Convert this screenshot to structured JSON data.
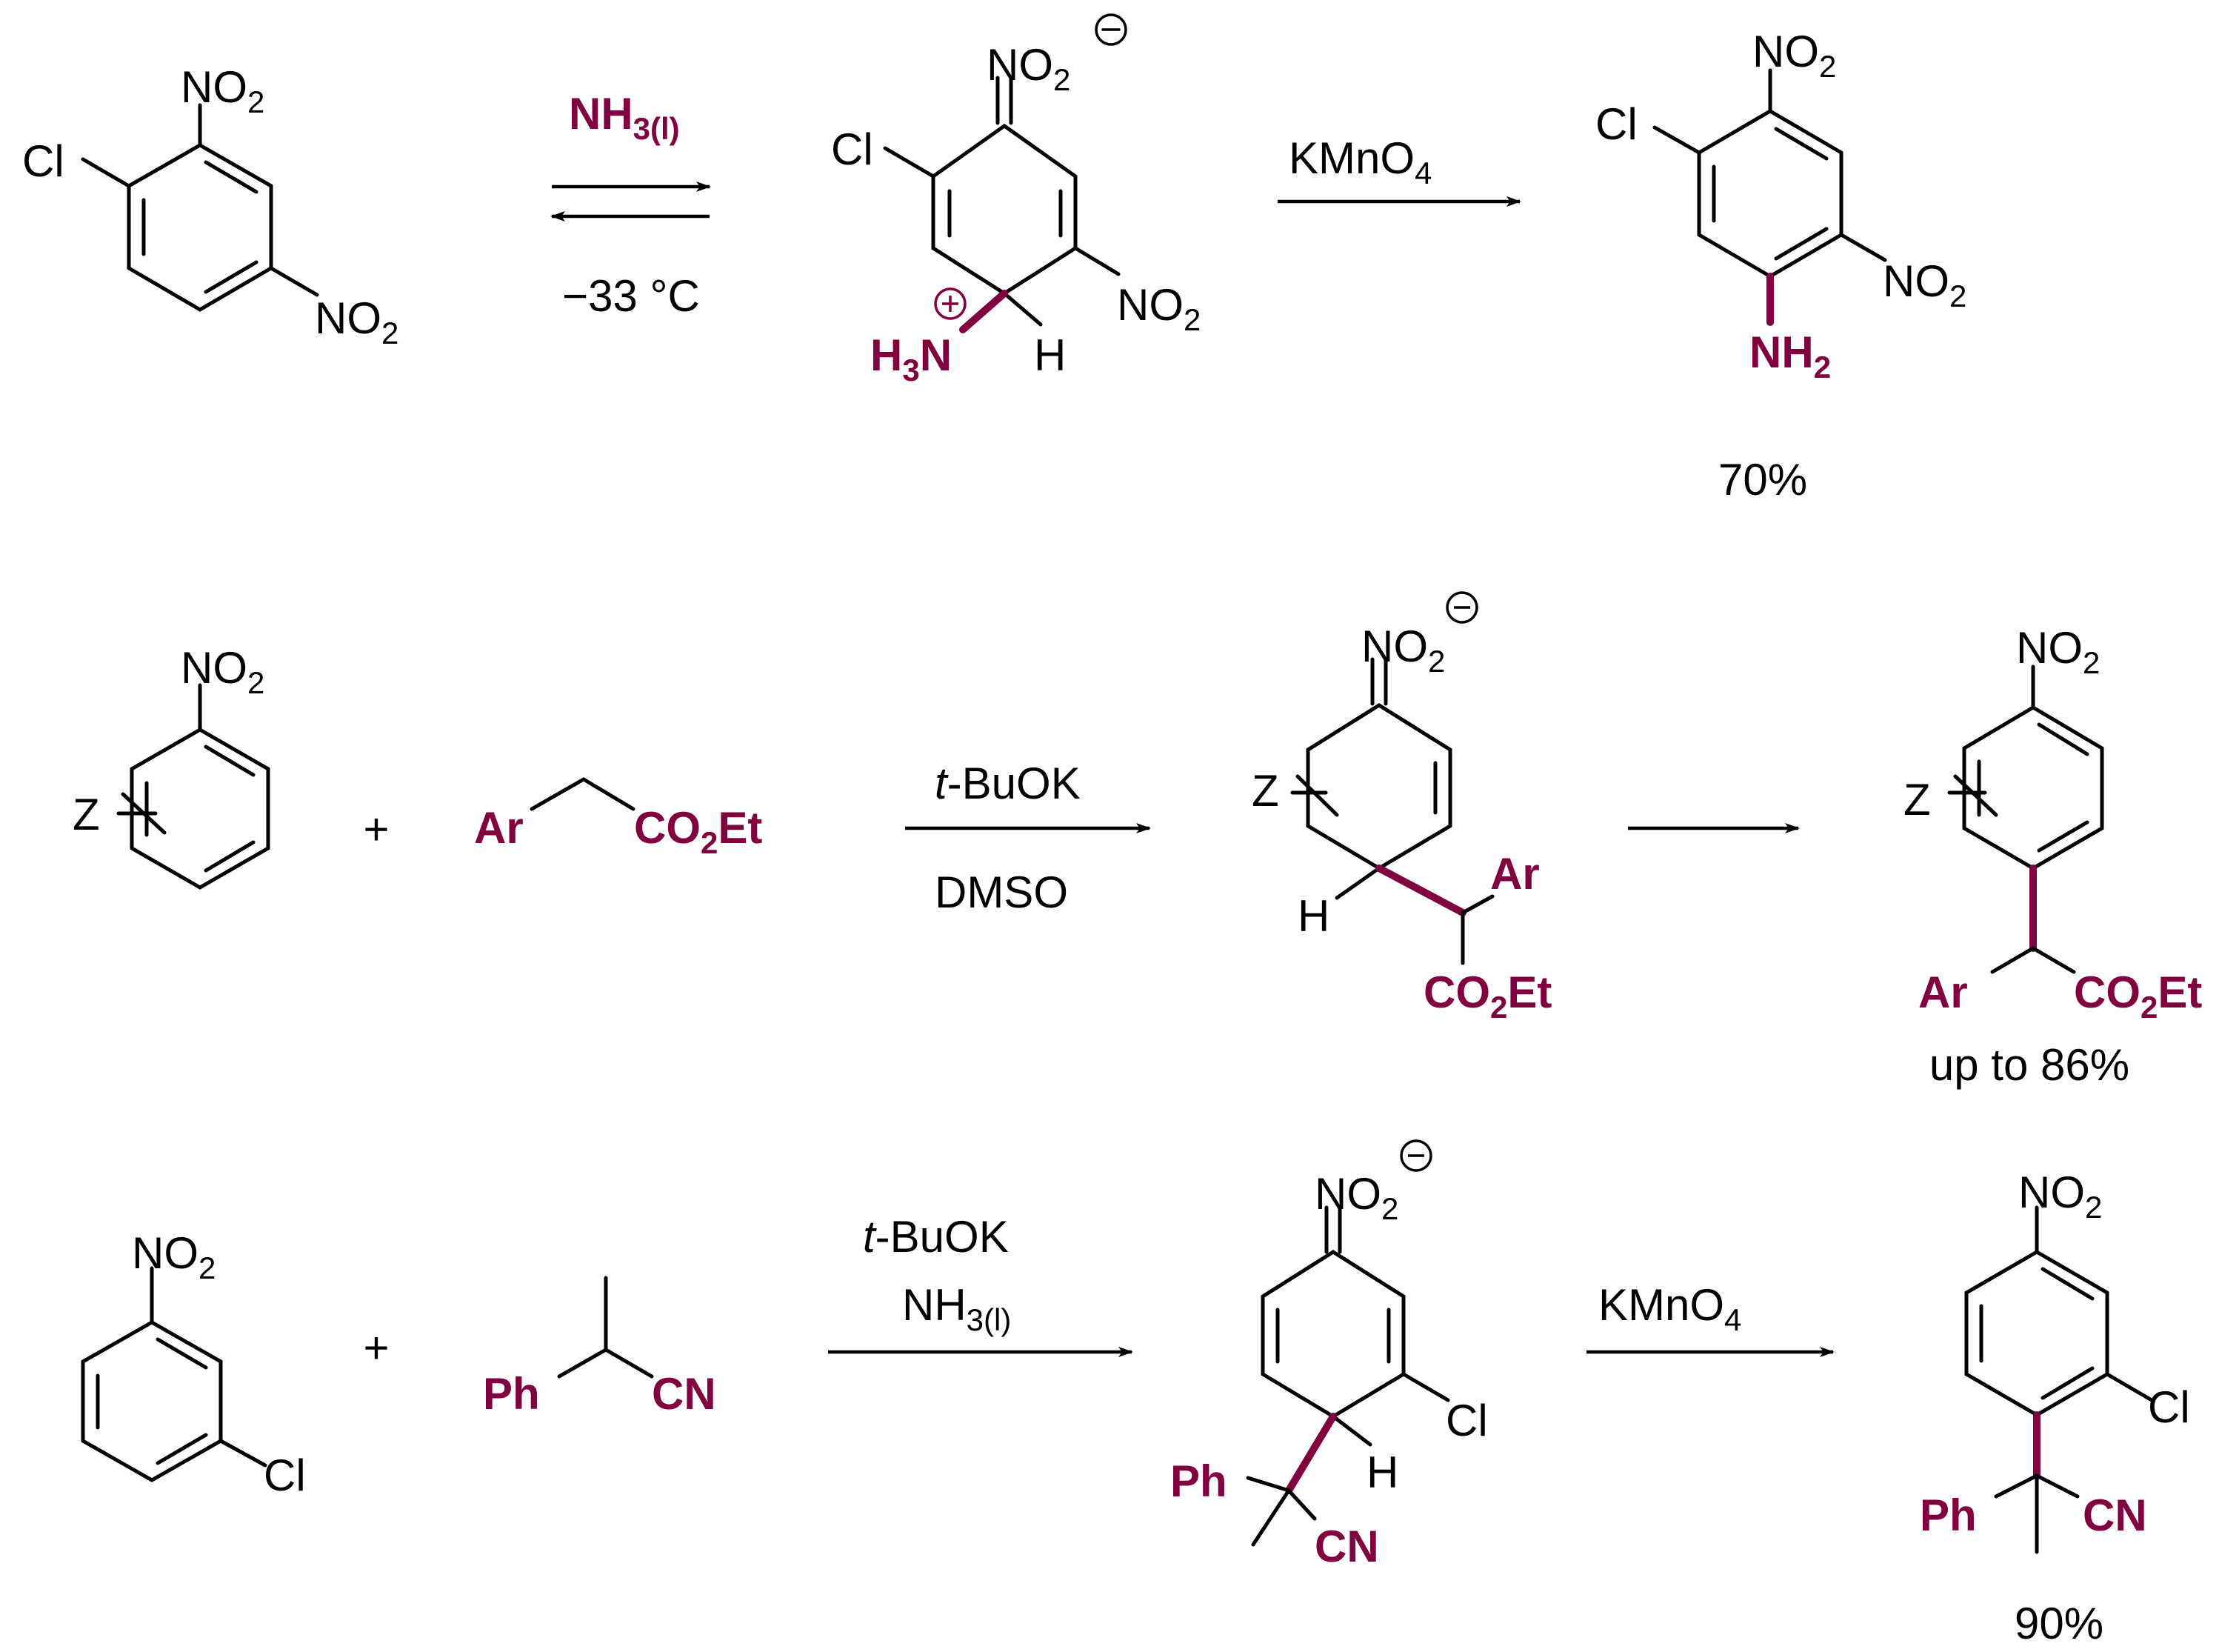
{
  "colors": {
    "highlight": "#800040",
    "ink": "#000000",
    "background": "#ffffff"
  },
  "groups": {
    "cl": "Cl",
    "n": "N",
    "o": "O",
    "h": "H",
    "z": "Z",
    "c": "C",
    "ar": "Ar",
    "ph": "Ph",
    "cn": "CN",
    "et": "Et",
    "sub2": "2",
    "sub3": "3",
    "sub4": "4",
    "phase_l": "(l)"
  },
  "operators": {
    "plus": "+"
  },
  "reaction1": {
    "reagent": "NH",
    "temperature": "−33 °C",
    "oxidant": "KMnO",
    "yield": "70%"
  },
  "reaction2": {
    "base_italic": "t",
    "base_rest": "-BuOK",
    "solvent": "DMSO",
    "yield": "up to 86%"
  },
  "reaction3": {
    "base_italic": "t",
    "base_rest": "-BuOK",
    "reagent": "NH",
    "oxidant": "KMnO",
    "yield": "90%"
  }
}
